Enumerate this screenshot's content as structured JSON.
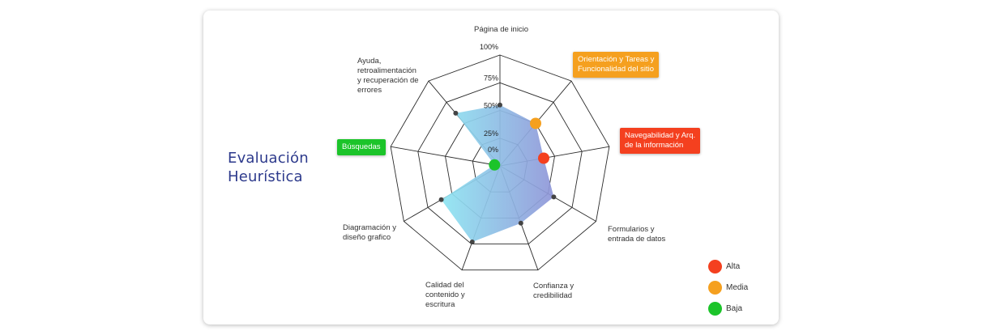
{
  "title_lines": [
    "Evaluación",
    "Heurística"
  ],
  "colors": {
    "alta": "#f4401f",
    "media": "#f5a01f",
    "baja": "#1cc42a",
    "axis": "#2b2b2b",
    "area_start": "#8ee6f2",
    "area_end": "#8f95d8",
    "point": "#444444"
  },
  "legend": [
    {
      "label": "Alta",
      "color": "#f4401f"
    },
    {
      "label": "Media",
      "color": "#f5a01f"
    },
    {
      "label": "Baja",
      "color": "#1cc42a"
    }
  ],
  "chart_data": {
    "type": "radar",
    "rlim": [
      0,
      100
    ],
    "ticks": [
      "0%",
      "25%",
      "50%",
      "75%",
      "100%"
    ],
    "axes": [
      {
        "lines": [
          "Página de inicio"
        ],
        "value": 55,
        "priority": null
      },
      {
        "lines": [
          "Orientación y Tareas y",
          "Funcionalidad del sitio"
        ],
        "value": 50,
        "priority": "media"
      },
      {
        "lines": [
          "Navegabilidad y Arq.",
          "de la información"
        ],
        "value": 40,
        "priority": "alta"
      },
      {
        "lines": [
          "Formularios y",
          "entrada de datos"
        ],
        "value": 56,
        "priority": null
      },
      {
        "lines": [
          "Confianza y",
          "credibilidad"
        ],
        "value": 55,
        "priority": null
      },
      {
        "lines": [
          "Calidad del",
          "contenido y",
          "escritura"
        ],
        "value": 73,
        "priority": null
      },
      {
        "lines": [
          "Diagramación y",
          "diseño grafico"
        ],
        "value": 61,
        "priority": null
      },
      {
        "lines": [
          "Búsquedas"
        ],
        "value": 5,
        "priority": "baja"
      },
      {
        "lines": [
          "Ayuda,",
          "retroalimentación",
          "y recuperación de",
          "errores"
        ],
        "value": 62,
        "priority": null
      }
    ]
  }
}
